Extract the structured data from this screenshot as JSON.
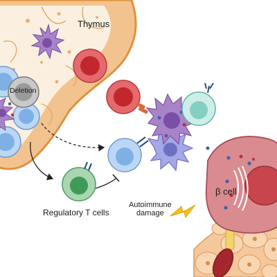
{
  "figure": {
    "labels": {
      "thymus": "Thymus",
      "deletion": "Deletion",
      "regulatory_t_cells": "Regulatory T cells",
      "autoimmune_line1": "Autoimmune",
      "autoimmune_line2": "damage",
      "beta_cell": "β cell"
    },
    "colors": {
      "thymus_border": "#e0913f",
      "thymus_cortex": "#f2c38e",
      "thymus_medulla": "#fbf0e0",
      "blue_cell": "#9ec4ec",
      "red_cell": "#d8454c",
      "purple_cell": "#a883c8",
      "teal_cell": "#a6dcd4",
      "green_cell": "#7cc08c",
      "grey_cell": "#b9b9b9",
      "beta_cell": "#cf7a7f",
      "pancreas_tissue": "#f4c79c",
      "lightning": "#f2c21a"
    },
    "icons": [
      "receptor-icon",
      "lightning-icon",
      "inhibition-arrow-icon",
      "arrow-icon"
    ]
  }
}
